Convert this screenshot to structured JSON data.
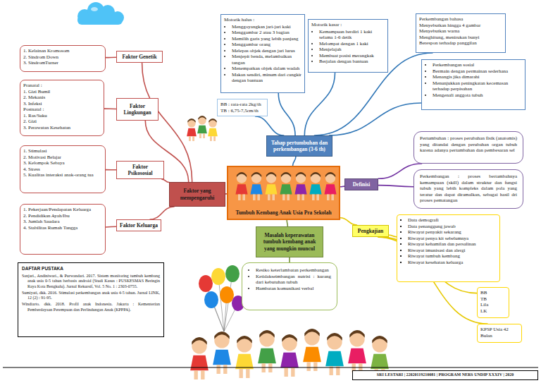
{
  "diagram": {
    "nodes": [
      {
        "text": [
          "Tumbuh Kembang Anak Usia Pra Sekolah"
        ]
      },
      {
        "text": [
          "Faktor yang mempengaruhi"
        ]
      },
      {
        "text": [
          "Faktor Genetik"
        ]
      },
      {
        "text": [
          "1. Kelainan Kromosom",
          "2. Sindrom Down",
          "3. SindromTurner"
        ]
      },
      {
        "text": [
          "Faktor Lingkungan"
        ]
      },
      {
        "text": [
          "Pranatal :",
          "1. Gizi Bumil",
          "2. Mekanis",
          "3. Infeksi",
          "Postnatal :",
          "1. Ras/Suku",
          "2. Gizi",
          "3. Perawatan Kesehatan"
        ]
      },
      {
        "text": [
          "Faktor Psikososial"
        ]
      },
      {
        "text": [
          "1. Stimulasi",
          "2. Motivasi Belajar",
          "3. Kelompok Sebaya",
          "4. Stress",
          "5. Kualitas interaksi anak-orang tua"
        ]
      },
      {
        "text": [
          "Faktor Keluarga"
        ]
      },
      {
        "text": [
          "1. Pekerjaan/Pendapatan Keluarga",
          "2. Pendidikan Ayah/Ibu",
          "3. Jumlah Saudara",
          "4. Stabilitas Rumah Tangga"
        ]
      },
      {
        "text": [
          "DAFTAR PUSTAKA",
          "Sanjari., Andiniwari., & Purwandari. 2017. Sistem monitoring tumbuh kembang anak usia 0-5 tahun berbasis android (Studi Kasus : PUSKESMAS Beringin Raya Kota Bengkulu). Jurnal Rekursif, Vol. 5 No. 1 : 2303-0755.",
          "Sumiyati, dkk. 2016. Stimulasi perkembangan anak usia 4-5 tahun. Jurnal LINK, 12 (2) : 91-95.",
          "Windiarto. dkk. 2018. Profil anak Indonesia. Jakarta : Kementerian Pemberdayaan Perempuan dan Perlindungan Anak (KPPPA)."
        ]
      },
      {
        "text": [
          "Tahap pertumbuhan dan perkembangan (3-6 th)"
        ]
      },
      {
        "text": [
          "BB : rata-rata 2kg/th",
          "TB : 6,75-7,5cm/th"
        ]
      },
      {
        "text": [
          "Motorik halus :",
          "Menggoyangkan jari-jari kaki",
          "Menggambar 2 atau 3 bagian",
          "Memilih garis yang lebih panjang",
          "Menggambar orang",
          "Melepas objek dengan jari lurus",
          "Menjepit benda, melambaikan tangan",
          "Menempatkan objek dalam wadah",
          "Makan sendiri, minum dari cangkir dengan bantuan"
        ]
      },
      {
        "text": [
          "Motorik kasar :",
          "Kemampuan berdiri 1 kaki selama 1-6 detik",
          "Melompat dengan 1 kaki",
          "Menjelajah",
          "Membuat posisi merangkak",
          "Berjalan dengan bantuan"
        ]
      },
      {
        "text": [
          "Perkembangan bahasa",
          "Menyebutkan hingga 4 gambar",
          "Menyebutkan warna",
          "Menghitung, menirukan bunyi",
          "Berespon terhadap panggilan"
        ]
      },
      {
        "text": [
          "Perkembangan sosial",
          "Bermain dengan permainan sederhana",
          "Menangis jika dimarahi",
          "Menunjukkan peningkatan kecemasan terhadap perpisahan",
          "Mengenali anggota tubuh"
        ]
      },
      {
        "text": [
          "Definisi"
        ]
      },
      {
        "text": [
          "Pertumbuhan : proses perubahan fisik (anatomis) yang ditandai dengan perubahan organ tubuh karena adanya pertambahan dan pembesaran sel"
        ]
      },
      {
        "text": [
          "Perkembangan : proses bertambahnya kemampuan (skill) dalam struktur dan fungsi tubuh yang lebih kompleks dalam pola yang teratur dan dapat diramalkan, sebagai hasil dri proses pematangan"
        ]
      },
      {
        "text": [
          "Masalah keperawatan tumbuh kembang anak yang mungkin muncul"
        ]
      },
      {
        "text": [
          "Resiko keterlambatan perkembangan",
          "Ketidakseimbangan nutrisi : kurang dari kebutuhan tubuh",
          "Hambatan komunikasi verbal"
        ]
      },
      {
        "text": [
          "Pengkajian"
        ]
      },
      {
        "text": [
          "Data demografi",
          "Data penanggung jawab",
          "Riwayat penyakit sekarang",
          "Riwayat penya kit sebelumnya",
          "Riwayat kehamilan dan persalinan",
          "Riwayat imunisasi dan alergi",
          "Riwayat tumbuh kembang",
          "Riwayat kesehatan keluarga"
        ]
      },
      {
        "text": [
          "BB",
          "TB",
          "Lila",
          "LK"
        ]
      },
      {
        "text": [
          "KPSP Usia 42 Bulan"
        ]
      }
    ],
    "edges": [
      {
        "from": 0,
        "to": 1,
        "arrow": "none"
      },
      {
        "from": 1,
        "to": 2,
        "arrow": "none"
      },
      {
        "from": 2,
        "to": 3,
        "arrow": "none"
      },
      {
        "from": 1,
        "to": 4,
        "arrow": "none"
      },
      {
        "from": 4,
        "to": 5,
        "arrow": "none"
      },
      {
        "from": 1,
        "to": 6,
        "arrow": "none"
      },
      {
        "from": 6,
        "to": 7,
        "arrow": "none"
      },
      {
        "from": 1,
        "to": 8,
        "arrow": "none"
      },
      {
        "from": 8,
        "to": 9,
        "arrow": "none"
      },
      {
        "from": 0,
        "to": 11,
        "arrow": "none"
      },
      {
        "from": 11,
        "to": 12,
        "arrow": "none"
      },
      {
        "from": 11,
        "to": 13,
        "arrow": "none"
      },
      {
        "from": 11,
        "to": 14,
        "arrow": "none"
      },
      {
        "from": 11,
        "to": 15,
        "arrow": "none"
      },
      {
        "from": 11,
        "to": 16,
        "arrow": "none"
      },
      {
        "from": 0,
        "to": 17,
        "arrow": "none"
      },
      {
        "from": 17,
        "to": 18,
        "arrow": "none"
      },
      {
        "from": 17,
        "to": 19,
        "arrow": "none"
      },
      {
        "from": 0,
        "to": 20,
        "arrow": "none"
      },
      {
        "from": 20,
        "to": 21,
        "arrow": "none"
      },
      {
        "from": 0,
        "to": 22,
        "arrow": "none"
      },
      {
        "from": 22,
        "to": 23,
        "arrow": "none"
      },
      {
        "from": 22,
        "to": 24,
        "arrow": "none"
      },
      {
        "from": 22,
        "to": 25,
        "arrow": "none"
      }
    ],
    "labels": [
      "SRI LESTARI | 22020119210081 | PROGRAM NERS UNDIP XXXIV | 2020"
    ]
  }
}
